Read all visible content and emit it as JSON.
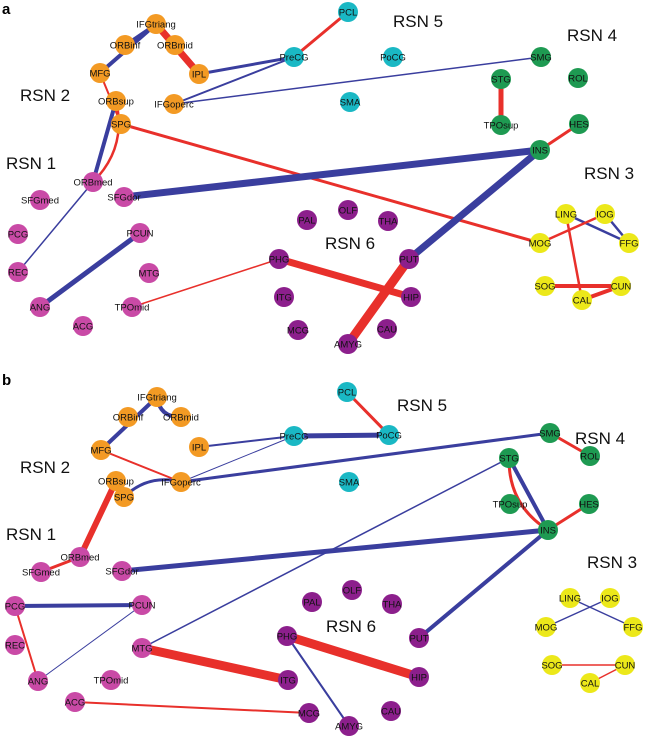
{
  "colors": {
    "edge_red": "#e8302b",
    "edge_blue": "#3a3e9e",
    "orange": "#f39a24",
    "cyan": "#1ab8c4",
    "green": "#1e9a52",
    "yellow": "#ece81a",
    "magenta": "#c94aa6",
    "purple": "#8c1f8c"
  },
  "panels": [
    {
      "label": "a",
      "rsn_labels": [
        "RSN 5",
        "RSN 4",
        "RSN 2",
        "RSN 1",
        "RSN 3",
        "RSN 6"
      ],
      "nodes": [
        {
          "id": "IFGtriang",
          "group": "orange"
        },
        {
          "id": "ORBinf",
          "group": "orange"
        },
        {
          "id": "ORBmid",
          "group": "orange"
        },
        {
          "id": "MFG",
          "group": "orange"
        },
        {
          "id": "IPL",
          "group": "orange"
        },
        {
          "id": "ORBsup",
          "group": "orange"
        },
        {
          "id": "IFGoperc",
          "group": "orange"
        },
        {
          "id": "SPG",
          "group": "orange"
        },
        {
          "id": "PCL",
          "group": "cyan"
        },
        {
          "id": "PreCG",
          "group": "cyan"
        },
        {
          "id": "PoCG",
          "group": "cyan"
        },
        {
          "id": "SMA",
          "group": "cyan"
        },
        {
          "id": "SMG",
          "group": "green"
        },
        {
          "id": "STG",
          "group": "green"
        },
        {
          "id": "ROL",
          "group": "green"
        },
        {
          "id": "TPOsup",
          "group": "green"
        },
        {
          "id": "HES",
          "group": "green"
        },
        {
          "id": "INS",
          "group": "green"
        },
        {
          "id": "ORBmed",
          "group": "magenta"
        },
        {
          "id": "SFGmed",
          "group": "magenta"
        },
        {
          "id": "SFGdor",
          "group": "magenta"
        },
        {
          "id": "PCG",
          "group": "magenta"
        },
        {
          "id": "PCUN",
          "group": "magenta"
        },
        {
          "id": "REC",
          "group": "magenta"
        },
        {
          "id": "MTG",
          "group": "magenta"
        },
        {
          "id": "ANG",
          "group": "magenta"
        },
        {
          "id": "TPOmid",
          "group": "magenta"
        },
        {
          "id": "ACG",
          "group": "magenta"
        },
        {
          "id": "PAL",
          "group": "purple"
        },
        {
          "id": "OLF",
          "group": "purple"
        },
        {
          "id": "THA",
          "group": "purple"
        },
        {
          "id": "PHG",
          "group": "purple"
        },
        {
          "id": "PUT",
          "group": "purple"
        },
        {
          "id": "ITG",
          "group": "purple"
        },
        {
          "id": "HIP",
          "group": "purple"
        },
        {
          "id": "MCG",
          "group": "purple"
        },
        {
          "id": "CAU",
          "group": "purple"
        },
        {
          "id": "AMYG",
          "group": "purple"
        },
        {
          "id": "LING",
          "group": "yellow"
        },
        {
          "id": "IOG",
          "group": "yellow"
        },
        {
          "id": "FFG",
          "group": "yellow"
        },
        {
          "id": "MOG",
          "group": "yellow"
        },
        {
          "id": "SOG",
          "group": "yellow"
        },
        {
          "id": "CUN",
          "group": "yellow"
        },
        {
          "id": "CAL",
          "group": "yellow"
        }
      ],
      "edges": [
        {
          "from": "IFGtriang",
          "to": "IPL",
          "color": "red",
          "weight": 7
        },
        {
          "from": "IFGtriang",
          "to": "ORBmid",
          "color": "red",
          "weight": 3
        },
        {
          "from": "IFGtriang",
          "to": "ORBinf",
          "color": "blue",
          "weight": 3
        },
        {
          "from": "IFGtriang",
          "to": "MFG",
          "color": "blue",
          "weight": 4
        },
        {
          "from": "MFG",
          "to": "SPG",
          "color": "red",
          "weight": 2
        },
        {
          "from": "IFGoperc",
          "to": "PreCG",
          "color": "blue",
          "weight": 2
        },
        {
          "from": "IPL",
          "to": "PreCG",
          "color": "blue",
          "weight": 3
        },
        {
          "from": "PreCG",
          "to": "PCL",
          "color": "red",
          "weight": 3
        },
        {
          "from": "IFGoperc",
          "to": "SMG",
          "color": "blue",
          "weight": 1.5
        },
        {
          "from": "STG",
          "to": "TPOsup",
          "color": "red",
          "weight": 5
        },
        {
          "from": "INS",
          "to": "HES",
          "color": "red",
          "weight": 3
        },
        {
          "from": "SPG",
          "to": "MOG",
          "color": "red",
          "weight": 3
        },
        {
          "from": "ORBmed",
          "to": "ORBsup",
          "color": "red",
          "weight": 2.5,
          "curve": true
        },
        {
          "from": "ORBmed",
          "to": "ORBsup",
          "color": "blue",
          "weight": 4
        },
        {
          "from": "ORBmed",
          "to": "REC",
          "color": "blue",
          "weight": 1.5
        },
        {
          "from": "SFGdor",
          "to": "INS",
          "color": "blue",
          "weight": 7
        },
        {
          "from": "PUT",
          "to": "INS",
          "color": "blue",
          "weight": 7
        },
        {
          "from": "PCUN",
          "to": "ANG",
          "color": "blue",
          "weight": 5
        },
        {
          "from": "TPOmid",
          "to": "PHG",
          "color": "red",
          "weight": 1.5
        },
        {
          "from": "PHG",
          "to": "HIP",
          "color": "red",
          "weight": 7
        },
        {
          "from": "AMYG",
          "to": "PUT",
          "color": "red",
          "weight": 9
        },
        {
          "from": "LING",
          "to": "CAL",
          "color": "red",
          "weight": 2.5
        },
        {
          "from": "LING",
          "to": "FFG",
          "color": "blue",
          "weight": 2.5
        },
        {
          "from": "IOG",
          "to": "MOG",
          "color": "red",
          "weight": 2.5
        },
        {
          "from": "IOG",
          "to": "FFG",
          "color": "blue",
          "weight": 2.5
        },
        {
          "from": "SOG",
          "to": "CUN",
          "color": "red",
          "weight": 4
        },
        {
          "from": "CAL",
          "to": "CUN",
          "color": "red",
          "weight": 4
        }
      ]
    },
    {
      "label": "b",
      "rsn_labels": [
        "RSN 5",
        "RSN 4",
        "RSN 2",
        "RSN 1",
        "RSN 3",
        "RSN 6"
      ],
      "nodes": [
        {
          "id": "IFGtriang",
          "group": "orange"
        },
        {
          "id": "ORBinf",
          "group": "orange"
        },
        {
          "id": "ORBmid",
          "group": "orange"
        },
        {
          "id": "MFG",
          "group": "orange"
        },
        {
          "id": "IPL",
          "group": "orange"
        },
        {
          "id": "ORBsup",
          "group": "orange"
        },
        {
          "id": "IFGoperc",
          "group": "orange"
        },
        {
          "id": "SPG",
          "group": "orange"
        },
        {
          "id": "PCL",
          "group": "cyan"
        },
        {
          "id": "PreCG",
          "group": "cyan"
        },
        {
          "id": "PoCG",
          "group": "cyan"
        },
        {
          "id": "SMA",
          "group": "cyan"
        },
        {
          "id": "SMG",
          "group": "green"
        },
        {
          "id": "ROL",
          "group": "green"
        },
        {
          "id": "STG",
          "group": "green"
        },
        {
          "id": "TPOsup",
          "group": "green"
        },
        {
          "id": "HES",
          "group": "green"
        },
        {
          "id": "INS",
          "group": "green"
        },
        {
          "id": "ORBmed",
          "group": "magenta"
        },
        {
          "id": "SFGmed",
          "group": "magenta"
        },
        {
          "id": "SFGdor",
          "group": "magenta"
        },
        {
          "id": "PCG",
          "group": "magenta"
        },
        {
          "id": "PCUN",
          "group": "magenta"
        },
        {
          "id": "REC",
          "group": "magenta"
        },
        {
          "id": "MTG",
          "group": "magenta"
        },
        {
          "id": "ANG",
          "group": "magenta"
        },
        {
          "id": "TPOmid",
          "group": "magenta"
        },
        {
          "id": "ACG",
          "group": "magenta"
        },
        {
          "id": "PAL",
          "group": "purple"
        },
        {
          "id": "OLF",
          "group": "purple"
        },
        {
          "id": "THA",
          "group": "purple"
        },
        {
          "id": "PHG",
          "group": "purple"
        },
        {
          "id": "PUT",
          "group": "purple"
        },
        {
          "id": "ITG",
          "group": "purple"
        },
        {
          "id": "HIP",
          "group": "purple"
        },
        {
          "id": "MCG",
          "group": "purple"
        },
        {
          "id": "AMYG",
          "group": "purple"
        },
        {
          "id": "CAU",
          "group": "purple"
        },
        {
          "id": "LING",
          "group": "yellow"
        },
        {
          "id": "IOG",
          "group": "yellow"
        },
        {
          "id": "MOG",
          "group": "yellow"
        },
        {
          "id": "FFG",
          "group": "yellow"
        },
        {
          "id": "SOG",
          "group": "yellow"
        },
        {
          "id": "CUN",
          "group": "yellow"
        },
        {
          "id": "CAL",
          "group": "yellow"
        }
      ],
      "edges": [
        {
          "from": "IFGtriang",
          "to": "ORBmid",
          "color": "blue",
          "weight": 4,
          "curve": true
        },
        {
          "from": "IFGtriang",
          "to": "MFG",
          "color": "blue",
          "weight": 4
        },
        {
          "from": "MFG",
          "to": "IFGoperc",
          "color": "red",
          "weight": 2
        },
        {
          "from": "IFGoperc",
          "to": "SPG",
          "color": "blue",
          "weight": 3,
          "curve": true
        },
        {
          "from": "IPL",
          "to": "PreCG",
          "color": "blue",
          "weight": 2
        },
        {
          "from": "IFGoperc",
          "to": "PreCG",
          "color": "blue",
          "weight": 1
        },
        {
          "from": "PreCG",
          "to": "PoCG",
          "color": "blue",
          "weight": 5
        },
        {
          "from": "PCL",
          "to": "PoCG",
          "color": "red",
          "weight": 3
        },
        {
          "from": "IFGoperc",
          "to": "SMG",
          "color": "blue",
          "weight": 3
        },
        {
          "from": "SMG",
          "to": "ROL",
          "color": "red",
          "weight": 3
        },
        {
          "from": "STG",
          "to": "INS",
          "color": "red",
          "weight": 3,
          "curve": true
        },
        {
          "from": "STG",
          "to": "INS",
          "color": "blue",
          "weight": 4
        },
        {
          "from": "INS",
          "to": "HES",
          "color": "red",
          "weight": 3
        },
        {
          "from": "SFGdor",
          "to": "INS",
          "color": "blue",
          "weight": 5
        },
        {
          "from": "PUT",
          "to": "INS",
          "color": "blue",
          "weight": 4
        },
        {
          "from": "MTG",
          "to": "STG",
          "color": "blue",
          "weight": 1.5
        },
        {
          "from": "ORBsup",
          "to": "ORBmed",
          "color": "red",
          "weight": 6
        },
        {
          "from": "ORBmed",
          "to": "SFGmed",
          "color": "red",
          "weight": 3
        },
        {
          "from": "PCG",
          "to": "PCUN",
          "color": "blue",
          "weight": 4
        },
        {
          "from": "PCG",
          "to": "ANG",
          "color": "red",
          "weight": 2
        },
        {
          "from": "ANG",
          "to": "PCUN",
          "color": "blue",
          "weight": 1
        },
        {
          "from": "MTG",
          "to": "ITG",
          "color": "red",
          "weight": 9
        },
        {
          "from": "PHG",
          "to": "HIP",
          "color": "red",
          "weight": 9
        },
        {
          "from": "PHG",
          "to": "AMYG",
          "color": "blue",
          "weight": 2
        },
        {
          "from": "ACG",
          "to": "MCG",
          "color": "red",
          "weight": 2
        },
        {
          "from": "MOG",
          "to": "IOG",
          "color": "blue",
          "weight": 1.5
        },
        {
          "from": "LING",
          "to": "FFG",
          "color": "blue",
          "weight": 1.5
        },
        {
          "from": "SOG",
          "to": "CUN",
          "color": "red",
          "weight": 1.5
        },
        {
          "from": "CUN",
          "to": "CAL",
          "color": "red",
          "weight": 1.5
        }
      ]
    }
  ]
}
